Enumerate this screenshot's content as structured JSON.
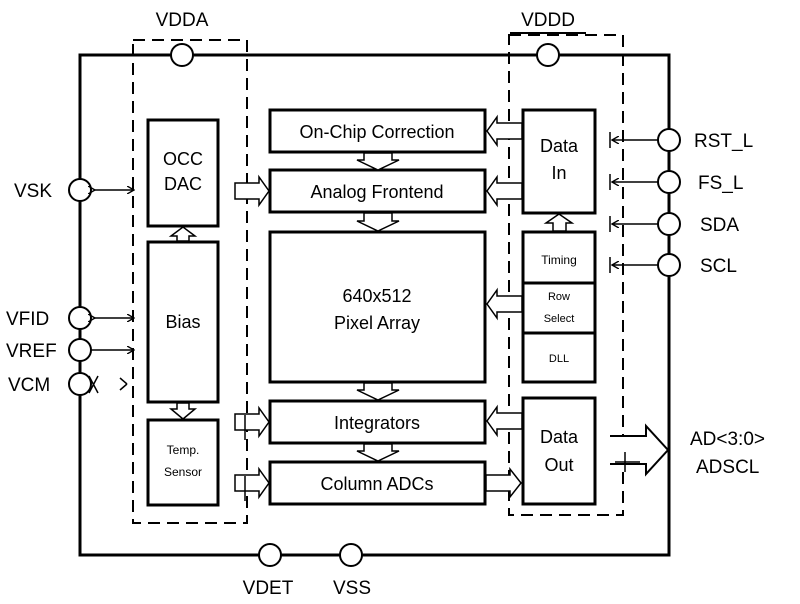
{
  "pins": {
    "vdda": "VDDA",
    "vddd": "VDDD",
    "vsk": "VSK",
    "vfid": "VFID",
    "vref": "VREF",
    "vcm": "VCM",
    "rst_l": "RST_L",
    "fs_l": "FS_L",
    "sda": "SDA",
    "scl": "SCL",
    "ad": "AD<3:0>",
    "adscl": "ADSCL",
    "vdet": "VDET",
    "vss": "VSS"
  },
  "blocks": {
    "occ_dac": [
      "OCC",
      "DAC"
    ],
    "bias": "Bias",
    "temp_sensor": [
      "Temp.",
      "Sensor"
    ],
    "on_chip_correction": "On-Chip Correction",
    "analog_frontend": "Analog Frontend",
    "pixel_array": [
      "640x512",
      "Pixel Array"
    ],
    "integrators": "Integrators",
    "column_adcs": "Column ADCs",
    "data_in": [
      "Data",
      "In"
    ],
    "timing": "Timing",
    "row_select": [
      "Row",
      "Select"
    ],
    "dll": "DLL",
    "data_out": [
      "Data",
      "Out"
    ]
  }
}
